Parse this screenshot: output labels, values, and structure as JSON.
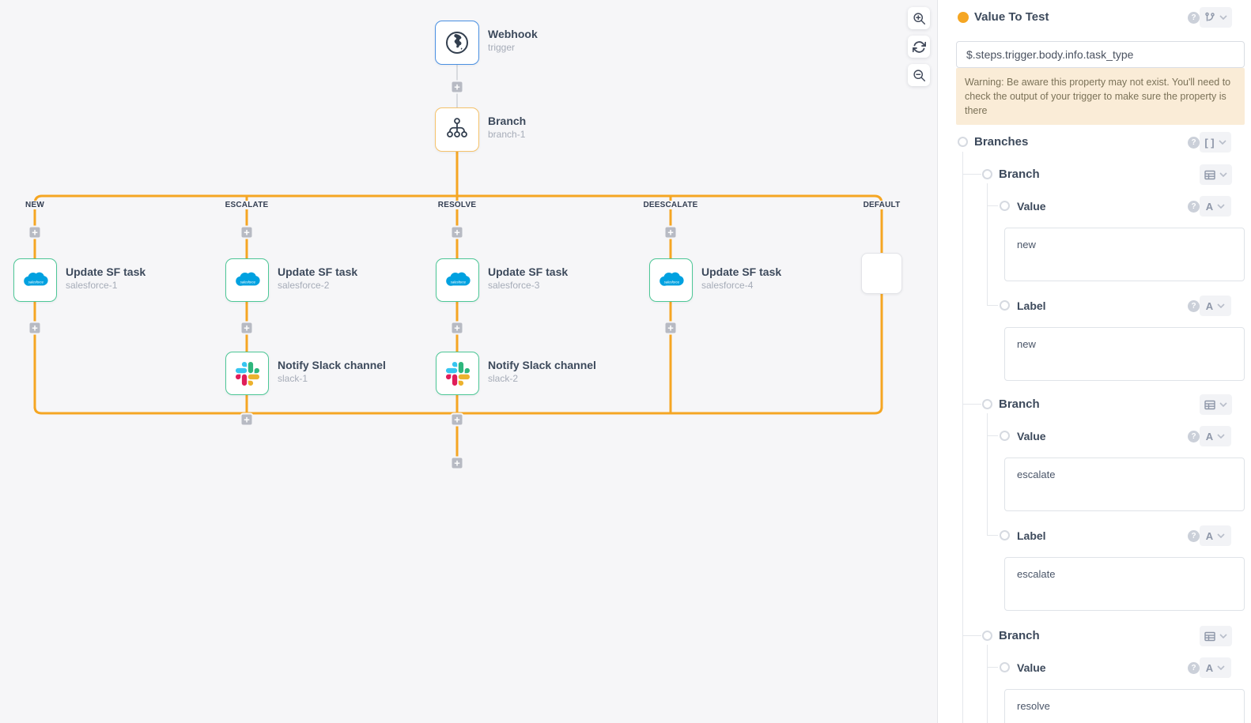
{
  "colors": {
    "accent-orange": "#F5A623",
    "connector-gray": "#D8DADF",
    "webhook-border": "#4A90E2",
    "branch-border": "#F5C26B",
    "step-border": "#4DC796",
    "warning-bg": "#FAECD7",
    "warning-text": "#7B7258",
    "salesforce-blue": "#00A1E0",
    "slack-blue": "#36C5F0",
    "slack-green": "#2EB67D",
    "slack-yellow": "#ECB22E",
    "slack-red": "#E01E5A"
  },
  "canvas": {
    "controls": {
      "zoom_in_icon": "zoom-in-icon",
      "refresh_icon": "refresh-icon",
      "zoom_out_icon": "zoom-out-icon"
    },
    "trigger": {
      "title": "Webhook",
      "subtitle": "trigger"
    },
    "branch_step": {
      "title": "Branch",
      "subtitle": "branch-1"
    },
    "branch_labels": [
      "NEW",
      "ESCALATE",
      "RESOLVE",
      "DEESCALATE",
      "DEFAULT"
    ],
    "salesforce_steps": [
      {
        "title": "Update SF task",
        "subtitle": "salesforce-1"
      },
      {
        "title": "Update SF task",
        "subtitle": "salesforce-2"
      },
      {
        "title": "Update SF task",
        "subtitle": "salesforce-3"
      },
      {
        "title": "Update SF task",
        "subtitle": "salesforce-4"
      }
    ],
    "slack_steps": [
      {
        "title": "Notify Slack channel",
        "subtitle": "slack-1"
      },
      {
        "title": "Notify Slack channel",
        "subtitle": "slack-2"
      }
    ]
  },
  "panel": {
    "title": "Value To Test",
    "value_input": "$.steps.trigger.body.info.task_type",
    "warning": "Warning: Be aware this property may not exist. You'll need to check the output of your trigger to make sure the property is there",
    "branches_title": "Branches",
    "array_badge": "[ ]",
    "text_badge": "A",
    "branches": [
      {
        "title": "Branch",
        "fields": [
          {
            "label": "Value",
            "value": "new"
          },
          {
            "label": "Label",
            "value": "new"
          }
        ]
      },
      {
        "title": "Branch",
        "fields": [
          {
            "label": "Value",
            "value": "escalate"
          },
          {
            "label": "Label",
            "value": "escalate"
          }
        ]
      },
      {
        "title": "Branch",
        "fields": [
          {
            "label": "Value",
            "value": "resolve"
          }
        ]
      }
    ]
  }
}
